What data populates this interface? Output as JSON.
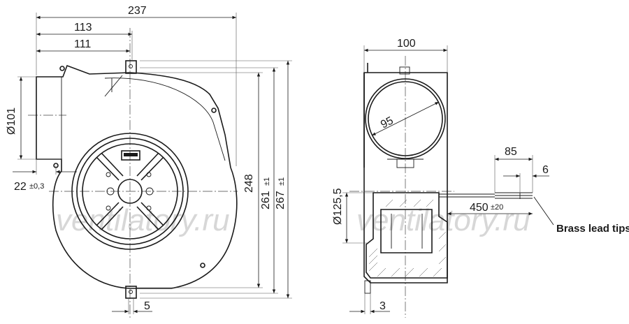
{
  "watermark": {
    "text": "ventilatory.ru"
  },
  "front_view": {
    "dims": {
      "width_total": "237",
      "width_113": "113",
      "width_111": "111",
      "outlet_dia": "Ø101",
      "offset": "22",
      "offset_tol": "±0,3",
      "height_248": "248",
      "height_261": "261",
      "height_261_tol": "±1",
      "height_267": "267",
      "height_267_tol": "±1",
      "tab_width": "5"
    }
  },
  "side_view": {
    "dims": {
      "depth": "100",
      "inlet_dia": "95",
      "hub_dia": "Ø125,5",
      "flange": "3",
      "lead_85": "85",
      "lead_6": "6",
      "lead_length": "450",
      "lead_length_tol": "±20"
    },
    "note": "Brass lead tips"
  }
}
